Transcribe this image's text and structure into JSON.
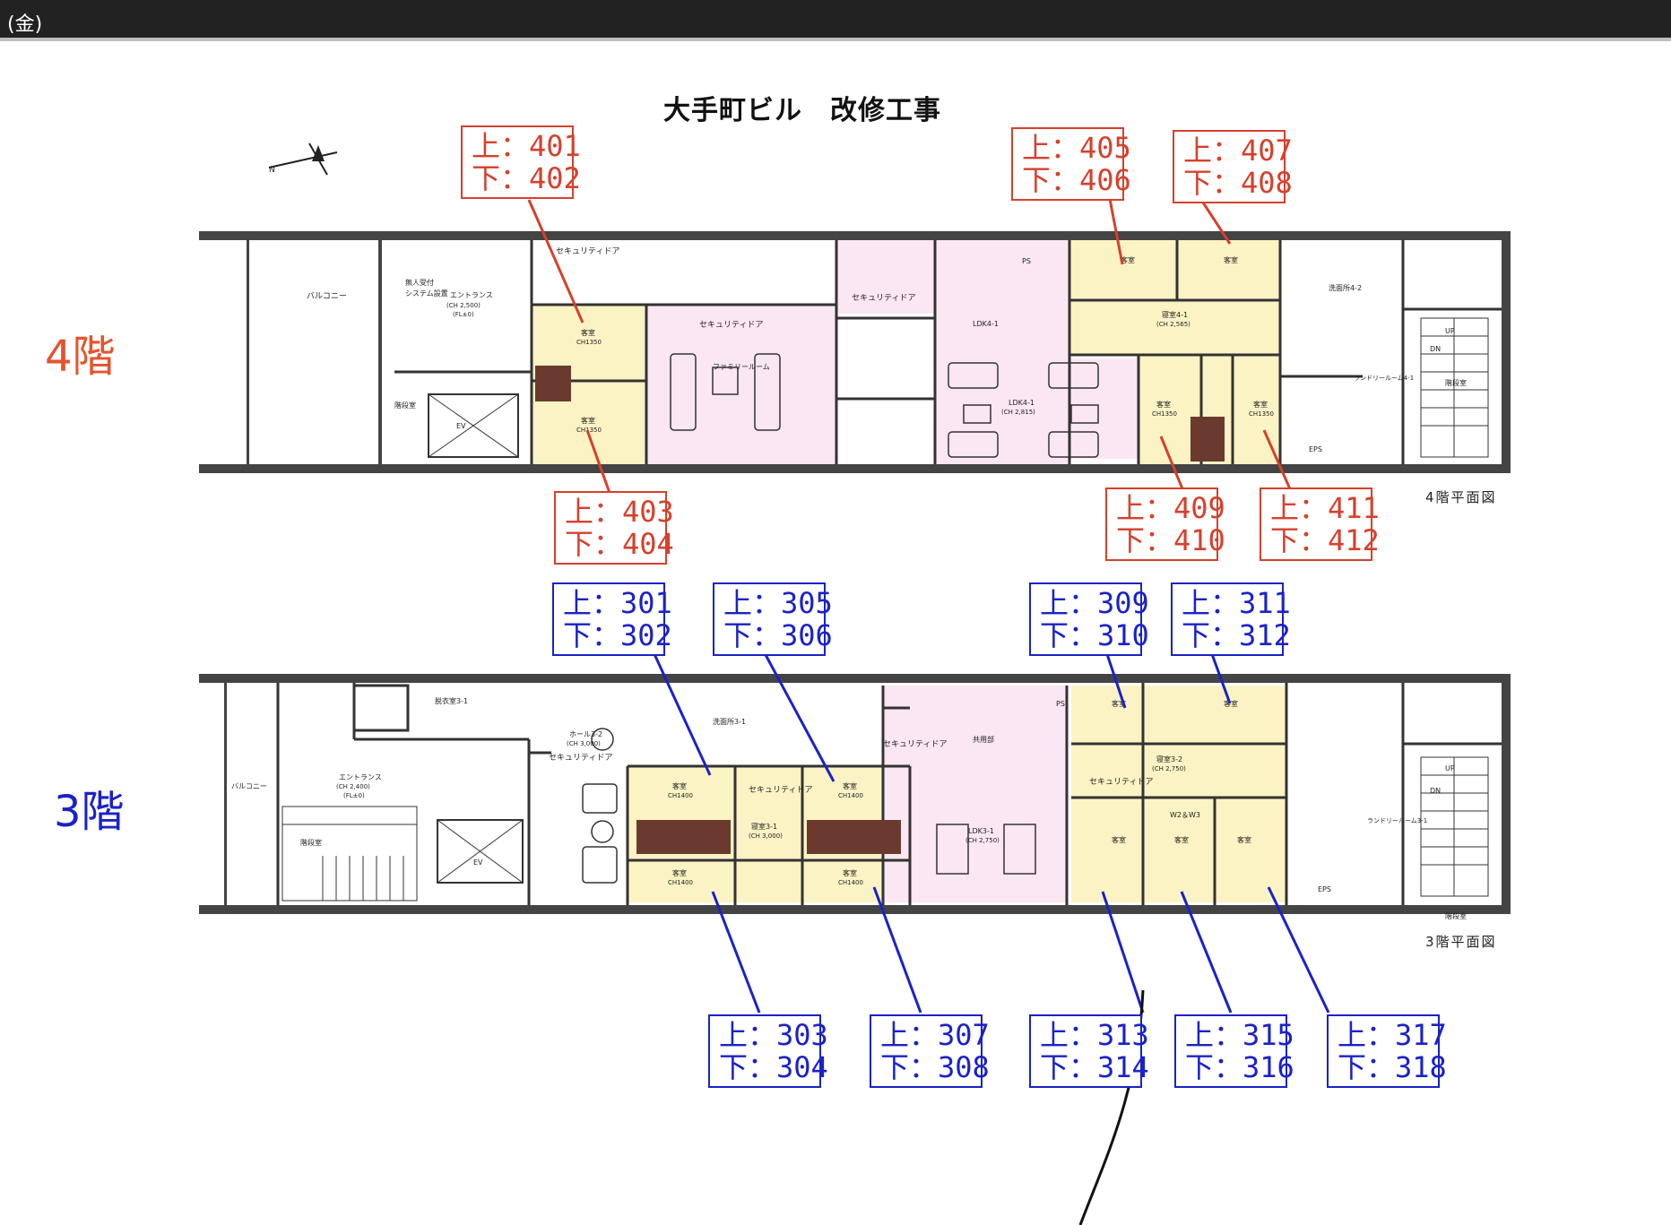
{
  "header": {
    "text": "(金)"
  },
  "title": "大手町ビル　改修工事",
  "floors": {
    "f4": {
      "label": "4階",
      "caption": "4階平面図"
    },
    "f3": {
      "label": "3階",
      "caption": "3階平面図"
    }
  },
  "callout_prefix": {
    "upper": "上：",
    "lower": "下："
  },
  "callouts": {
    "r401": {
      "upper": "401",
      "lower": "402"
    },
    "r403": {
      "upper": "403",
      "lower": "404"
    },
    "r405": {
      "upper": "405",
      "lower": "406"
    },
    "r407": {
      "upper": "407",
      "lower": "408"
    },
    "r409": {
      "upper": "409",
      "lower": "410"
    },
    "r411": {
      "upper": "411",
      "lower": "412"
    },
    "r301": {
      "upper": "301",
      "lower": "302"
    },
    "r303": {
      "upper": "303",
      "lower": "304"
    },
    "r305": {
      "upper": "305",
      "lower": "306"
    },
    "r307": {
      "upper": "307",
      "lower": "308"
    },
    "r309": {
      "upper": "309",
      "lower": "310"
    },
    "r311": {
      "upper": "311",
      "lower": "312"
    },
    "r313": {
      "upper": "313",
      "lower": "314"
    },
    "r315": {
      "upper": "315",
      "lower": "316"
    },
    "r317": {
      "upper": "317",
      "lower": "318"
    }
  },
  "rooms4": {
    "balcony": "バルコニー",
    "entrance": "エントランス",
    "ch2500": "(CH 2,500)",
    "fl0": "(FL±0)",
    "reception": "無人受付",
    "system": "システム設置",
    "security": "セキュリティドア",
    "guest": "客室",
    "ch1350": "CH1350",
    "family": "ファミリールーム",
    "ldk": "LDK4-1",
    "ch2815": "(CH 2,815)",
    "bedroom": "寝室4-1",
    "ch2565": "(CH 2,565)",
    "wash": "洗面所4-2",
    "ev": "EV",
    "stairs": "階段室",
    "laundry": "ランドリールーム4-1",
    "eps": "EPS",
    "ps": "PS",
    "up": "UP",
    "dn": "DN"
  },
  "rooms3": {
    "entrance": "エントランス",
    "ch2400": "(CH 2,400)",
    "fl0": "(FL±0)",
    "balcony": "バルコニー",
    "dressing": "脱衣室3-1",
    "hall": "ホール3-2",
    "ch3000": "(CH 3,000)",
    "wash": "洗面所3-1",
    "security": "セキュリティドア",
    "guest": "客室",
    "ch1400": "CH1400",
    "bedroom": "寝室3-1",
    "common": "共用部",
    "ldk": "LDK3-1",
    "ch2750": "(CH 2,750)",
    "bedroom2": "寝室3-2",
    "w2w3": "W2＆W3",
    "ev": "EV",
    "stairs": "階段室",
    "eps": "EPS",
    "ps": "PS",
    "laundry": "ランドリールーム3-1",
    "up": "UP",
    "dn": "DN"
  },
  "colors": {
    "guest_room": "#fbf3c4",
    "pink_room": "#fbe6f3",
    "wall": "#333333",
    "red_callout": "#d6402c",
    "blue_callout": "#1a22c8",
    "red_floor_label": "#e5532c"
  }
}
